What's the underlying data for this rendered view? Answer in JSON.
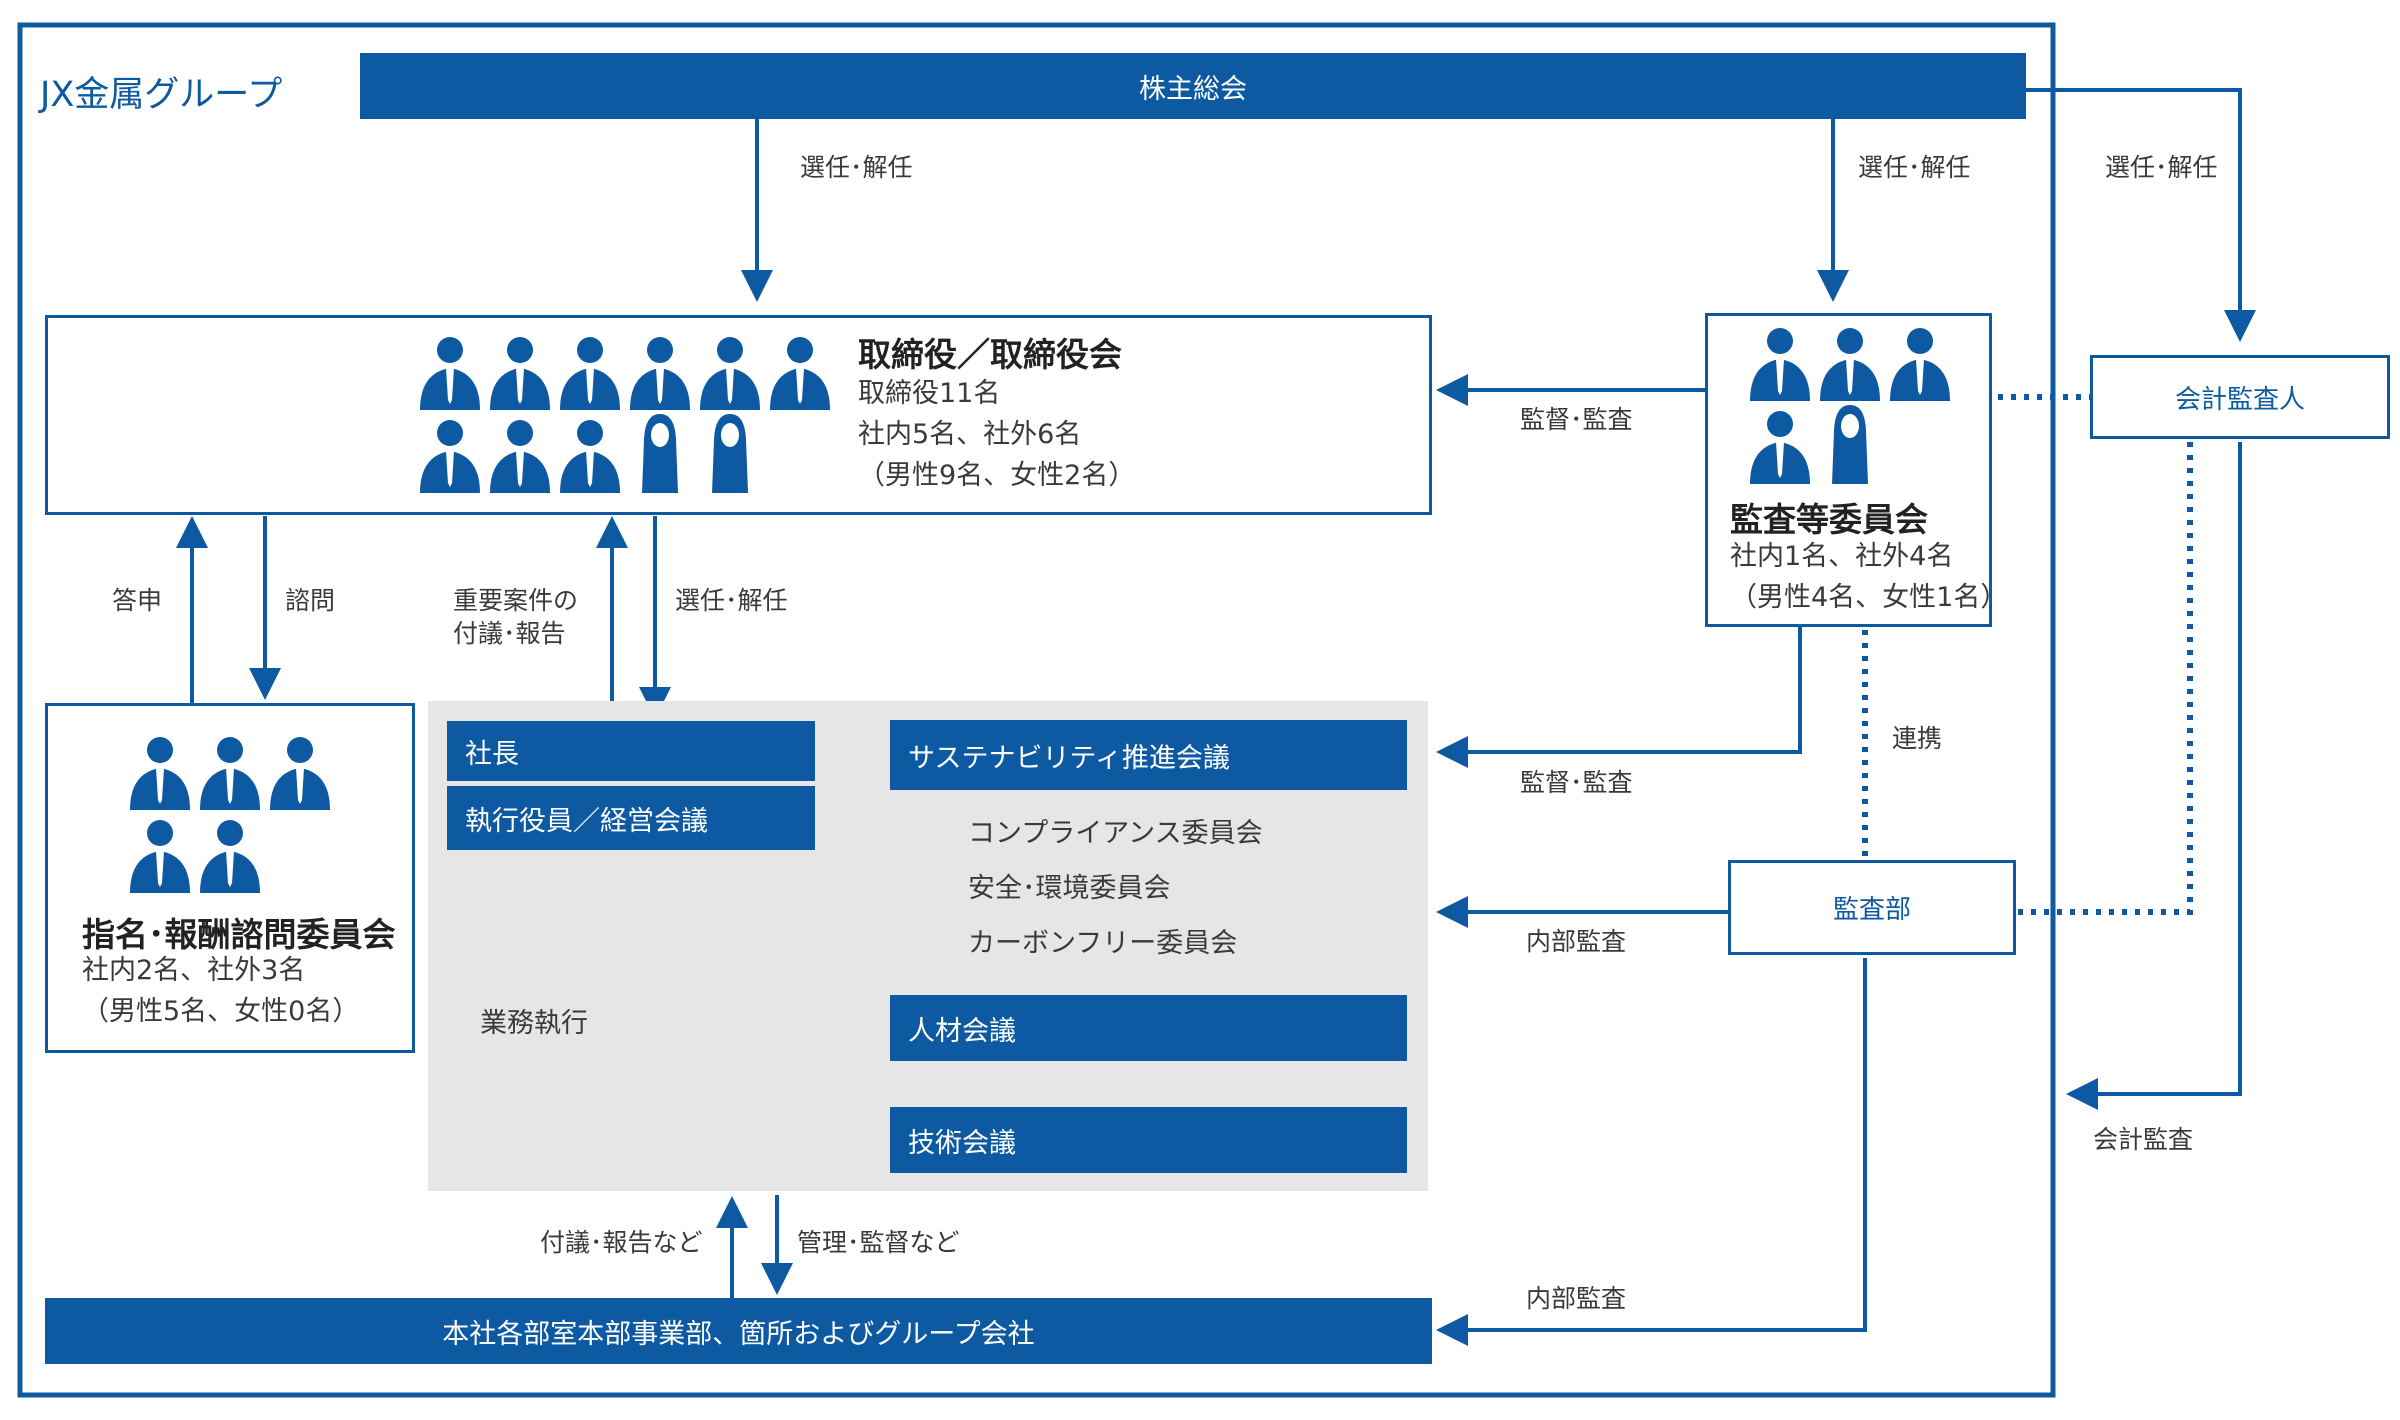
{
  "group_title": "JX金属グループ",
  "shareholders": "株主総会",
  "edges": {
    "appoint_1": "選任･解任",
    "appoint_2": "選任･解任",
    "appoint_3": "選任･解任",
    "appoint_4": "選任･解任",
    "supervise_1": "監督･監査",
    "supervise_2": "監督･監査",
    "report_answer": "答申",
    "consult": "諮問",
    "important_1": "重要案件の",
    "important_2": "付議･報告",
    "cooperation": "連携",
    "internal_audit_1": "内部監査",
    "internal_audit_2": "内部監査",
    "accounting_audit": "会計監査",
    "submit_report": "付議･報告など",
    "manage_supervise": "管理･監督など"
  },
  "board": {
    "title": "取締役／取締役会",
    "line1": "取締役11名",
    "line2": "社内5名、社外6名",
    "line3": "（男性9名、女性2名）"
  },
  "audit_committee": {
    "title": "監査等委員会",
    "line1": "社内1名、社外4名",
    "line2": "（男性4名、女性1名）"
  },
  "auditor": "会計監査人",
  "nomination": {
    "title": "指名･報酬諮問委員会",
    "line1": "社内2名、社外3名",
    "line2": "（男性5名、女性0名）"
  },
  "execution": {
    "president": "社長",
    "officers": "執行役員／経営会議",
    "label": "業務執行",
    "sustainability": "サステナビリティ推進会議",
    "sub_committees": [
      "コンプライアンス委員会",
      "安全･環境委員会",
      "カーボンフリー委員会"
    ],
    "hr": "人材会議",
    "tech": "技術会議"
  },
  "audit_dept": "監査部",
  "bottom_bar": "本社各部室本部事業部、箇所およびグループ会社",
  "colors": {
    "accent": "#0e5aa2",
    "panel": "#e6e6e6"
  }
}
